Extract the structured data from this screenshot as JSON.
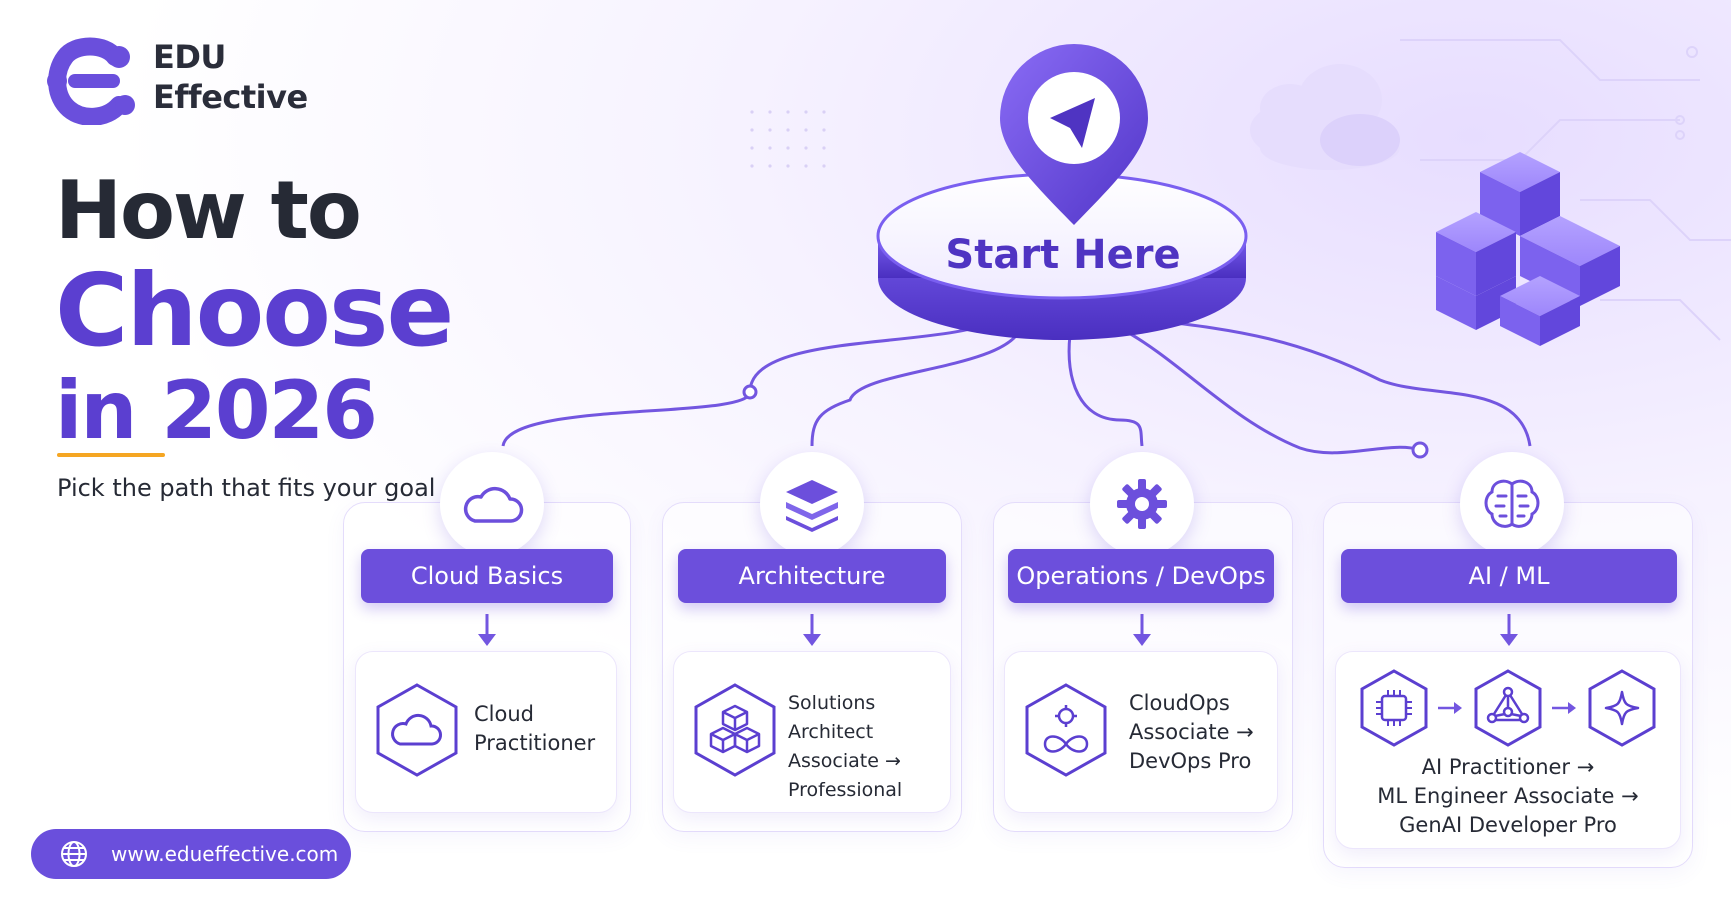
{
  "brand": {
    "line1": "EDU",
    "line2": "Effective"
  },
  "headline": {
    "line1": "How to",
    "line2": "Choose",
    "line3": "in 2026"
  },
  "tagline": "Pick the path that fits your goal",
  "website": "www.edueffective.com",
  "start": {
    "label": "Start Here"
  },
  "paths": [
    {
      "category": "Cloud Basics",
      "icon": "cloud-icon",
      "cert_icon": "cloud-hexagon-icon",
      "cert_lines": [
        "Cloud",
        "Practitioner"
      ]
    },
    {
      "category": "Architecture",
      "icon": "layers-icon",
      "cert_icon": "cubes-hexagon-icon",
      "cert_lines": [
        "Solutions Architect",
        "Associate →",
        "Professional"
      ]
    },
    {
      "category": "Operations / DevOps",
      "icon": "gear-icon",
      "cert_icon": "gear-infinity-hexagon-icon",
      "cert_lines": [
        "CloudOps",
        "Associate →",
        "DevOps Pro"
      ]
    },
    {
      "category": "AI / ML",
      "icon": "brain-icon",
      "cert_icons": [
        "chip-hexagon-icon",
        "network-hexagon-icon",
        "sparkle-hexagon-icon"
      ],
      "cert_lines": [
        "AI Practitioner →",
        "ML Engineer Associate →",
        "GenAI Developer Pro"
      ]
    }
  ],
  "colors": {
    "primary": "#6c4fdc",
    "primary_dark": "#4f34c2",
    "heading": "#262a35",
    "accent": "#f5a623"
  }
}
